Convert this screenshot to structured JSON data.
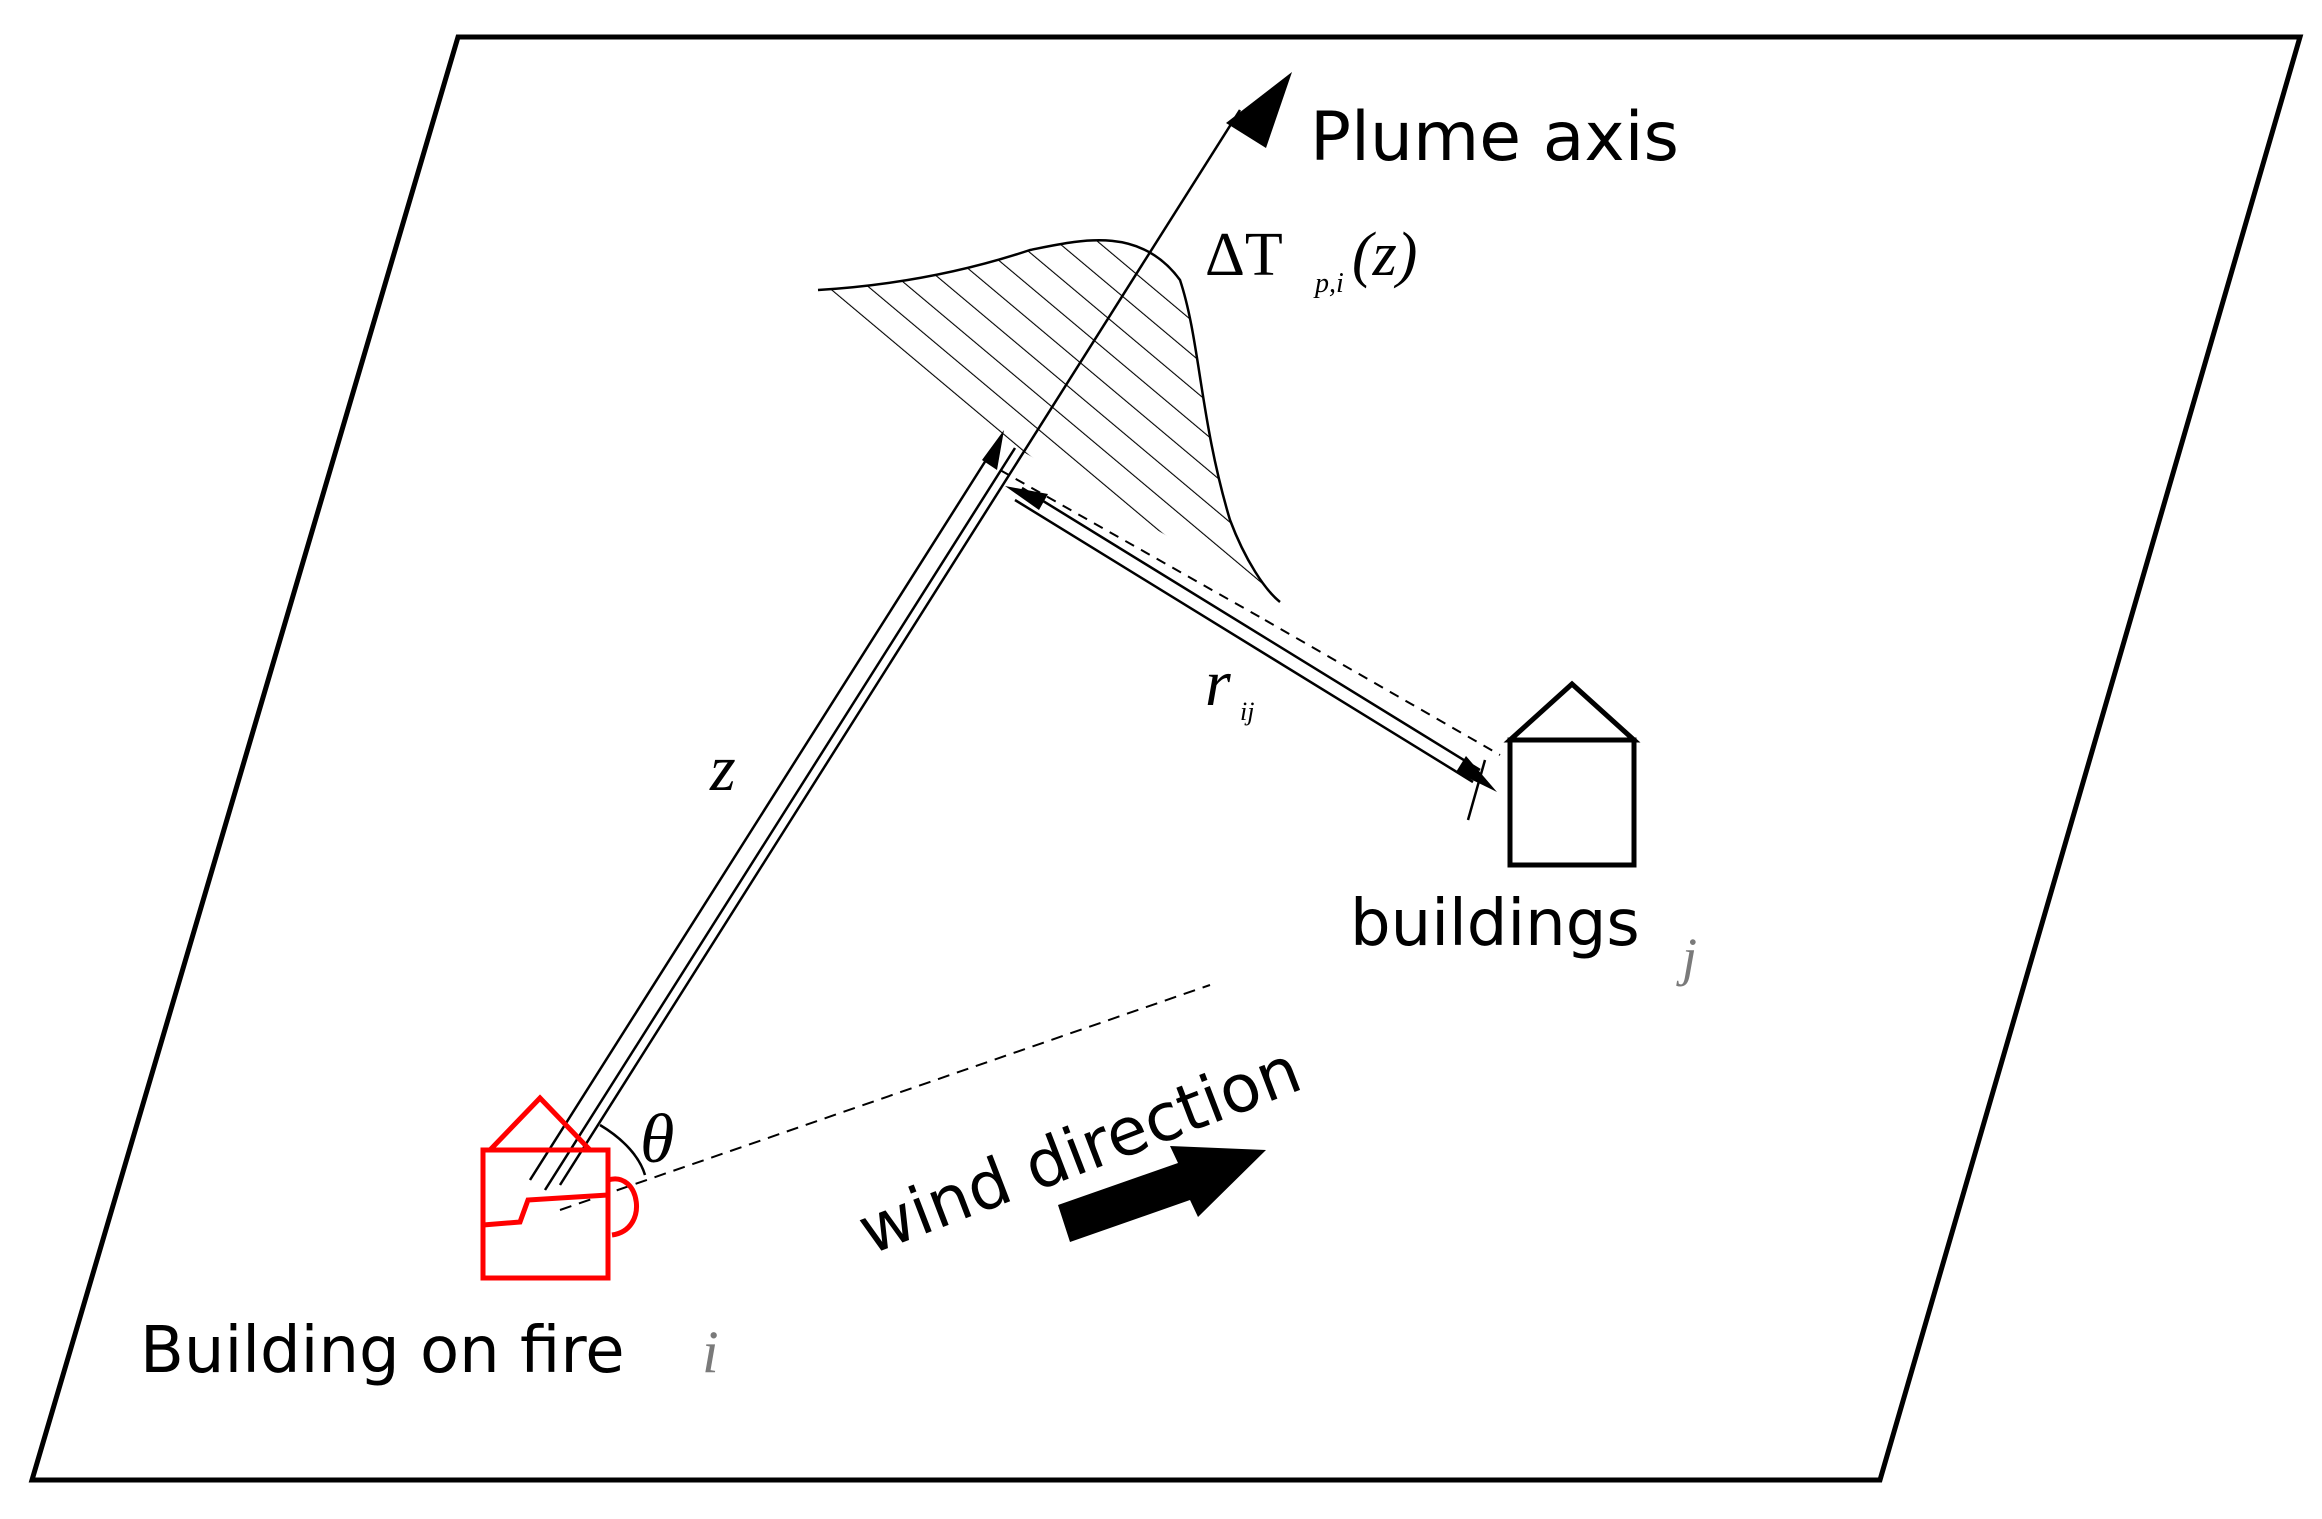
{
  "labels": {
    "plume_axis": "Plume axis",
    "temp_delta": "ΔT",
    "temp_sub": "p,i",
    "temp_arg": "(z)",
    "distance_r": "r",
    "distance_r_sub": "ij",
    "height_z": "z",
    "angle": "θ",
    "buildings": "buildings",
    "buildings_index": "j",
    "wind": "wind direction",
    "fire_building": "Building on fire",
    "fire_index": "i"
  },
  "colors": {
    "line": "#000000",
    "fire_building": "#ff0000",
    "index_text": "#7a7a7a"
  },
  "icons": {
    "fire_building": "house-icon",
    "target_building": "house-icon",
    "wind_arrow": "arrow-icon"
  }
}
